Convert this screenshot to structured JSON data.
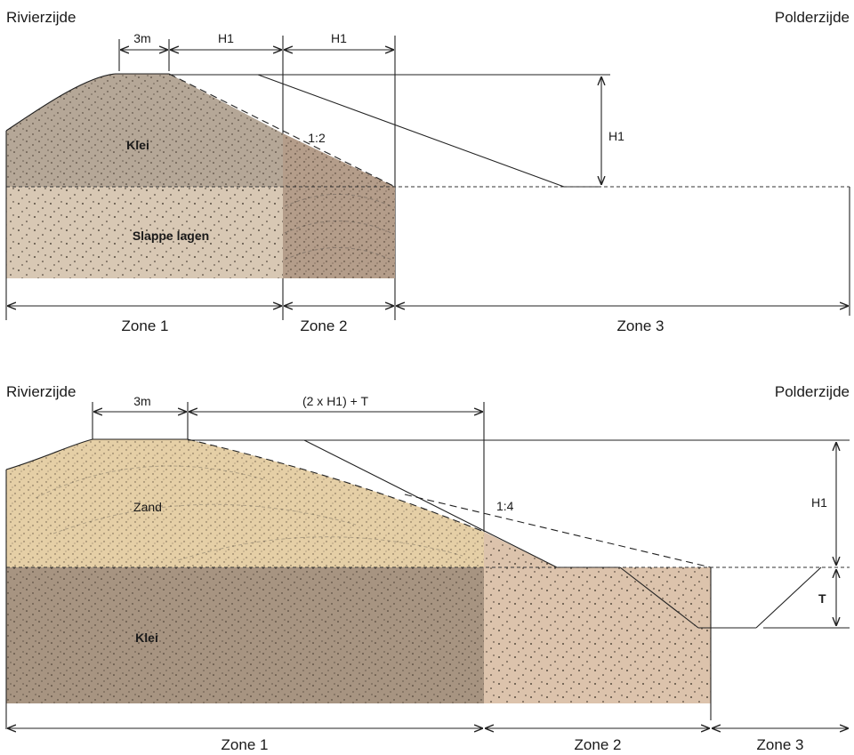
{
  "colors": {
    "klei": "#b5a797",
    "slappe_lagen": "#d8c8b4",
    "zone2_top": "#b49d8a",
    "zand": "#e5cfa6",
    "klei_bottom": "#a79481",
    "zone2_bottom": "#dcc3ac",
    "line": "#222222"
  },
  "top_diagram": {
    "left_label": "Rivierzijde",
    "right_label": "Polderzijde",
    "dim_crest": "3m",
    "dim_h1_a": "H1",
    "dim_h1_b": "H1",
    "dim_h1_vertical": "H1",
    "slope_label": "1:2",
    "layer_klei": "Klei",
    "layer_slappe": "Slappe lagen",
    "zone1": "Zone 1",
    "zone2": "Zone 2",
    "zone3": "Zone 3"
  },
  "bottom_diagram": {
    "left_label": "Rivierzijde",
    "right_label": "Polderzijde",
    "dim_crest": "3m",
    "dim_width": "(2 x H1) + T",
    "dim_h1_vertical": "H1",
    "dim_t": "T",
    "slope_label": "1:4",
    "layer_zand": "Zand",
    "layer_klei": "Klei",
    "zone1": "Zone 1",
    "zone2": "Zone 2",
    "zone3": "Zone 3"
  }
}
